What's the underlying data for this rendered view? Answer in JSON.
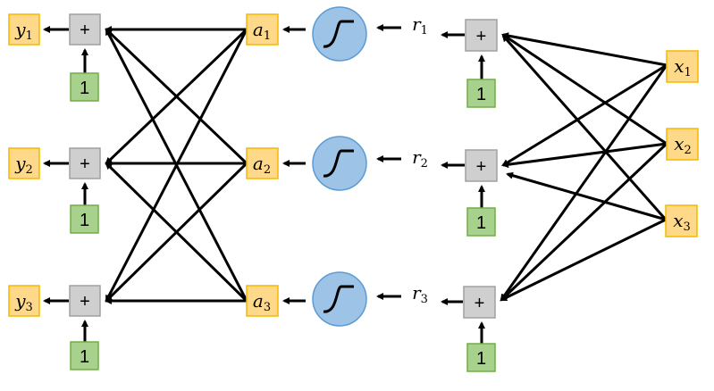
{
  "colors": {
    "variable_fill": "#ffd98a",
    "variable_stroke": "#f5b800",
    "adder_fill": "#cfcfcf",
    "adder_stroke": "#a0a0a0",
    "bias_fill": "#a9d18e",
    "bias_stroke": "#70ad47",
    "sigmoid_fill": "#9dc3e6",
    "sigmoid_stroke": "#5b9bd5",
    "edge": "#000000"
  },
  "adder_symbol": "+",
  "bias_label": "1",
  "sigmoid_icon": "sigmoid-curve-icon",
  "outputs": [
    {
      "name": "y",
      "sub": "1"
    },
    {
      "name": "y",
      "sub": "2"
    },
    {
      "name": "y",
      "sub": "3"
    }
  ],
  "activations": [
    {
      "name": "a",
      "sub": "1"
    },
    {
      "name": "a",
      "sub": "2"
    },
    {
      "name": "a",
      "sub": "3"
    }
  ],
  "pre_activations": [
    {
      "name": "r",
      "sub": "1"
    },
    {
      "name": "r",
      "sub": "2"
    },
    {
      "name": "r",
      "sub": "3"
    }
  ],
  "inputs": [
    {
      "name": "x",
      "sub": "1"
    },
    {
      "name": "x",
      "sub": "2"
    },
    {
      "name": "x",
      "sub": "3"
    }
  ]
}
